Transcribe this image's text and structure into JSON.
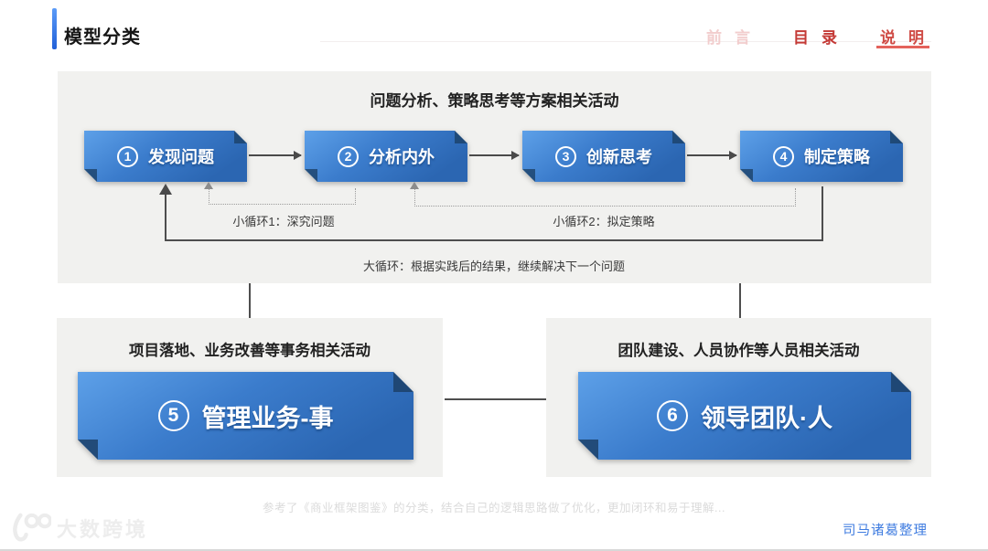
{
  "slide": {
    "title": "模型分类"
  },
  "nav": {
    "items": [
      {
        "label": "前言"
      },
      {
        "label": "目录"
      },
      {
        "label": "说明"
      }
    ]
  },
  "top_panel": {
    "title": "问题分析、策略思考等方案相关活动",
    "steps": [
      {
        "num": "1",
        "label": "发现问题"
      },
      {
        "num": "2",
        "label": "分析内外"
      },
      {
        "num": "3",
        "label": "创新思考"
      },
      {
        "num": "4",
        "label": "制定策略"
      }
    ],
    "loops": {
      "small1": "小循环1：深究问题",
      "small2": "小循环2：拟定策略",
      "big": "大循环：根据实践后的结果，继续解决下一个问题"
    }
  },
  "bottom_left_panel": {
    "title": "项目落地、业务改善等事务相关活动",
    "step": {
      "num": "5",
      "label": "管理业务-事"
    }
  },
  "bottom_right_panel": {
    "title": "团队建设、人员协作等人员相关活动",
    "step": {
      "num": "6",
      "label": "领导团队·人"
    }
  },
  "footer": {
    "note": "参考了《商业框架图鉴》的分类，结合自己的逻辑思路做了优化，更加闭环和易于理解...",
    "credit": "司马诸葛整理",
    "watermark": "大数跨境"
  },
  "colors": {
    "shape_blue_light": "#5da0e8",
    "shape_blue_dark": "#2b66b2",
    "fold_navy": "#1c4168",
    "nav_red": "#c43a36",
    "nav_dim_pink": "#f2cdcd",
    "nav_underline": "#e4625c",
    "panel_gray": "#f1f1ef",
    "line_dark": "#4a4a4a",
    "credit_blue": "#3f7ce0",
    "accent_bar_blue": "#2160d8"
  }
}
